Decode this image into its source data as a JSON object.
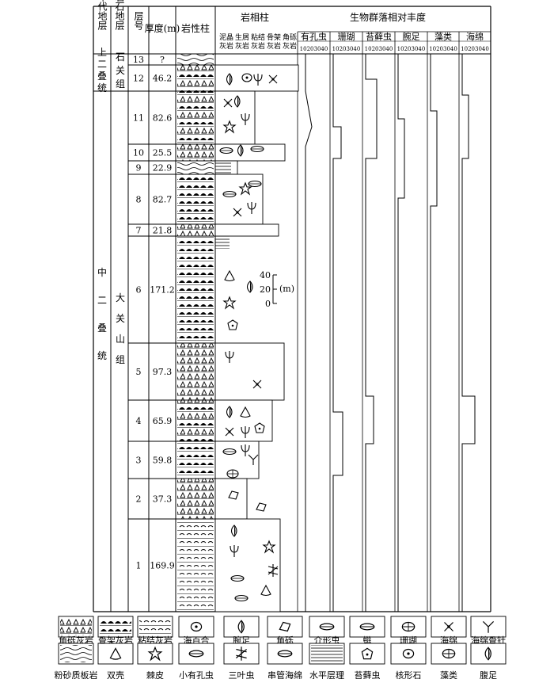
{
  "header": {
    "col_age": "年代地层",
    "col_lithostrat": "岩石地层",
    "col_layer": "层号",
    "col_thickness": "厚度(m)",
    "col_lithology": "岩性柱",
    "col_facies": "岩相柱",
    "col_bio": "生物群落相对丰度",
    "facies_sub": [
      "泥晶灰岩",
      "生屑灰岩",
      "粘结灰岩",
      "骨架灰岩",
      "角砾灰岩"
    ],
    "bio_cols": [
      "有孔虫",
      "珊瑚",
      "苔藓虫",
      "腕足",
      "藻类",
      "海绵"
    ],
    "scale_ticks": "10203040"
  },
  "age_units": [
    "上二叠统",
    "中二叠统"
  ],
  "litho_units": [
    "石关组",
    "大关山组"
  ],
  "layers": [
    {
      "no": "13",
      "thickness": "?"
    },
    {
      "no": "12",
      "thickness": "46.2"
    },
    {
      "no": "11",
      "thickness": "82.6"
    },
    {
      "no": "10",
      "thickness": "25.5"
    },
    {
      "no": "9",
      "thickness": "22.9"
    },
    {
      "no": "8",
      "thickness": "82.7"
    },
    {
      "no": "7",
      "thickness": "21.8"
    },
    {
      "no": "6",
      "thickness": "171.2"
    },
    {
      "no": "5",
      "thickness": "97.3"
    },
    {
      "no": "4",
      "thickness": "65.9"
    },
    {
      "no": "3",
      "thickness": "59.8"
    },
    {
      "no": "2",
      "thickness": "37.3"
    },
    {
      "no": "1",
      "thickness": "169.9"
    }
  ],
  "scale_bar": {
    "ticks": [
      "40",
      "20",
      "0"
    ],
    "unit": "(m)"
  },
  "legend": [
    "角砾灰岩",
    "骨架灰岩",
    "粘结灰岩",
    "海百合",
    "腕足",
    "角砾",
    "介形虫",
    "䗴",
    "珊瑚",
    "海绵",
    "海绵骨针",
    "粉砂质板岩",
    "双壳",
    "棘皮",
    "小有孔虫",
    "三叶虫",
    "串管海绵",
    "水平层理",
    "苔藓虫",
    "核形石",
    "藻类",
    "腹足"
  ]
}
